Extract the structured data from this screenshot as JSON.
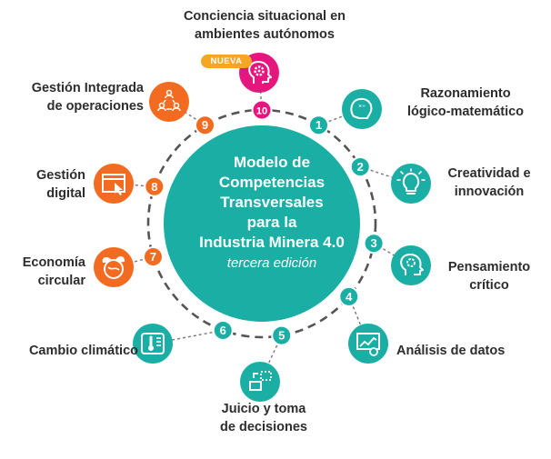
{
  "center": {
    "title_lines": [
      "Modelo de",
      "Competencias",
      "Transversales",
      "para la",
      "Industria Minera 4.0"
    ],
    "subtitle": "tercera edición"
  },
  "badge": "NUEVA",
  "colors": {
    "teal": "#1aaea5",
    "orange": "#f26b21",
    "magenta": "#e5177e",
    "badge": "#f5a623",
    "dashed_ring": "#555555"
  },
  "competencies": [
    {
      "number": "1",
      "lines": [
        "Razonamiento",
        "lógico-matemático"
      ],
      "color": "teal",
      "icon": "brain-math-icon"
    },
    {
      "number": "2",
      "lines": [
        "Creatividad e",
        "innovación"
      ],
      "color": "teal",
      "icon": "lightbulb-icon"
    },
    {
      "number": "3",
      "lines": [
        "Pensamiento",
        "crítico"
      ],
      "color": "teal",
      "icon": "head-gears-icon"
    },
    {
      "number": "4",
      "lines": [
        "Análisis de datos"
      ],
      "color": "teal",
      "icon": "data-analysis-icon"
    },
    {
      "number": "5",
      "lines": [
        "Juicio y toma",
        "de decisiones"
      ],
      "color": "teal",
      "icon": "decision-icon"
    },
    {
      "number": "6",
      "lines": [
        "Cambio climático"
      ],
      "color": "teal",
      "icon": "thermometer-icon"
    },
    {
      "number": "7",
      "lines": [
        "Economía",
        "circular"
      ],
      "color": "orange",
      "icon": "globe-leaves-icon"
    },
    {
      "number": "8",
      "lines": [
        "Gestión",
        "digital"
      ],
      "color": "orange",
      "icon": "browser-click-icon"
    },
    {
      "number": "9",
      "lines": [
        "Gestión Integrada",
        "de operaciones"
      ],
      "color": "orange",
      "icon": "people-network-icon"
    },
    {
      "number": "10",
      "lines": [
        "Conciencia situacional en",
        "ambientes autónomos"
      ],
      "color": "magenta",
      "icon": "head-gear-icon"
    }
  ]
}
